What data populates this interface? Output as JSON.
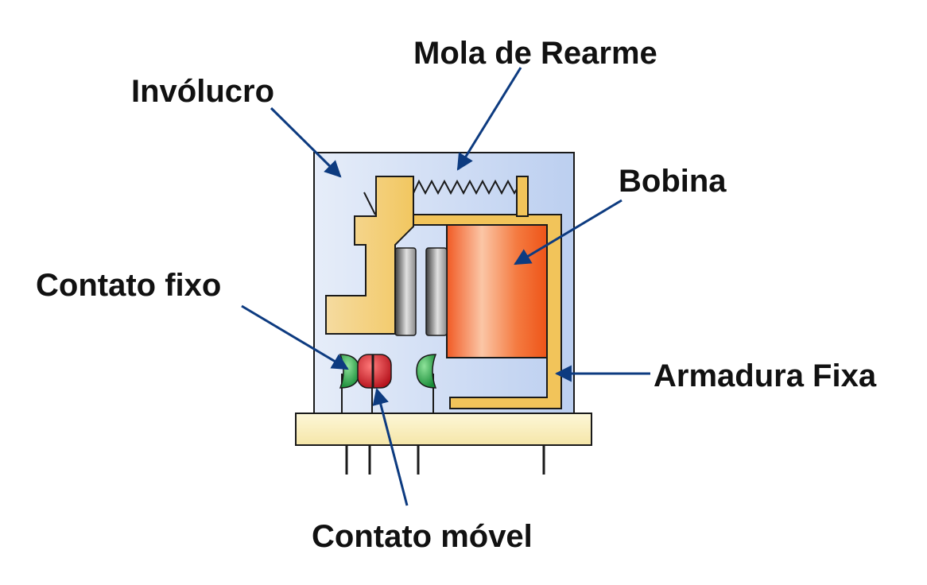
{
  "labels": {
    "mola_de_rearme": "Mola de Rearme",
    "involucro": "Invólucro",
    "bobina": "Bobina",
    "contato_fixo": "Contato fixo",
    "armadura_fixa": "Armadura Fixa",
    "contato_movel": "Contato móvel"
  },
  "colors": {
    "arrow": "#0d3b80",
    "casing_fill": "#d2def6",
    "yoke_fill": "#f2c45a",
    "armature_fill": "#f5d27e",
    "coil_fill": "#f0622a",
    "base_fill": "#fbf2c2",
    "fixed_contact": "#22b24c",
    "moving_contact": "#d61f2b",
    "core_gray": "#707070"
  }
}
